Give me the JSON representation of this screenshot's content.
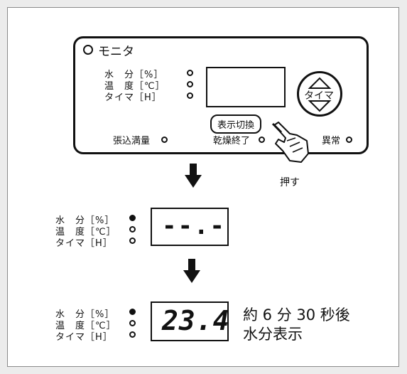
{
  "panel": {
    "title": "モニタ",
    "indicators": [
      "水　分［%］",
      "温　度［℃］",
      "タイマ［H］"
    ],
    "timer_button": "タイマ",
    "display_switch_button": "表示切換",
    "status_leds": [
      "張込満量",
      "乾燥終了",
      "異常"
    ]
  },
  "press_label": "押す",
  "step2": {
    "indicators": [
      "水　分［%］",
      "温　度［℃］",
      "タイマ［H］"
    ],
    "display": "--.-"
  },
  "step3": {
    "indicators": [
      "水　分［%］",
      "温　度［℃］",
      "タイマ［H］"
    ],
    "display": "23.4",
    "note_line1": "約 6 分 30 秒後",
    "note_line2": "水分表示"
  }
}
